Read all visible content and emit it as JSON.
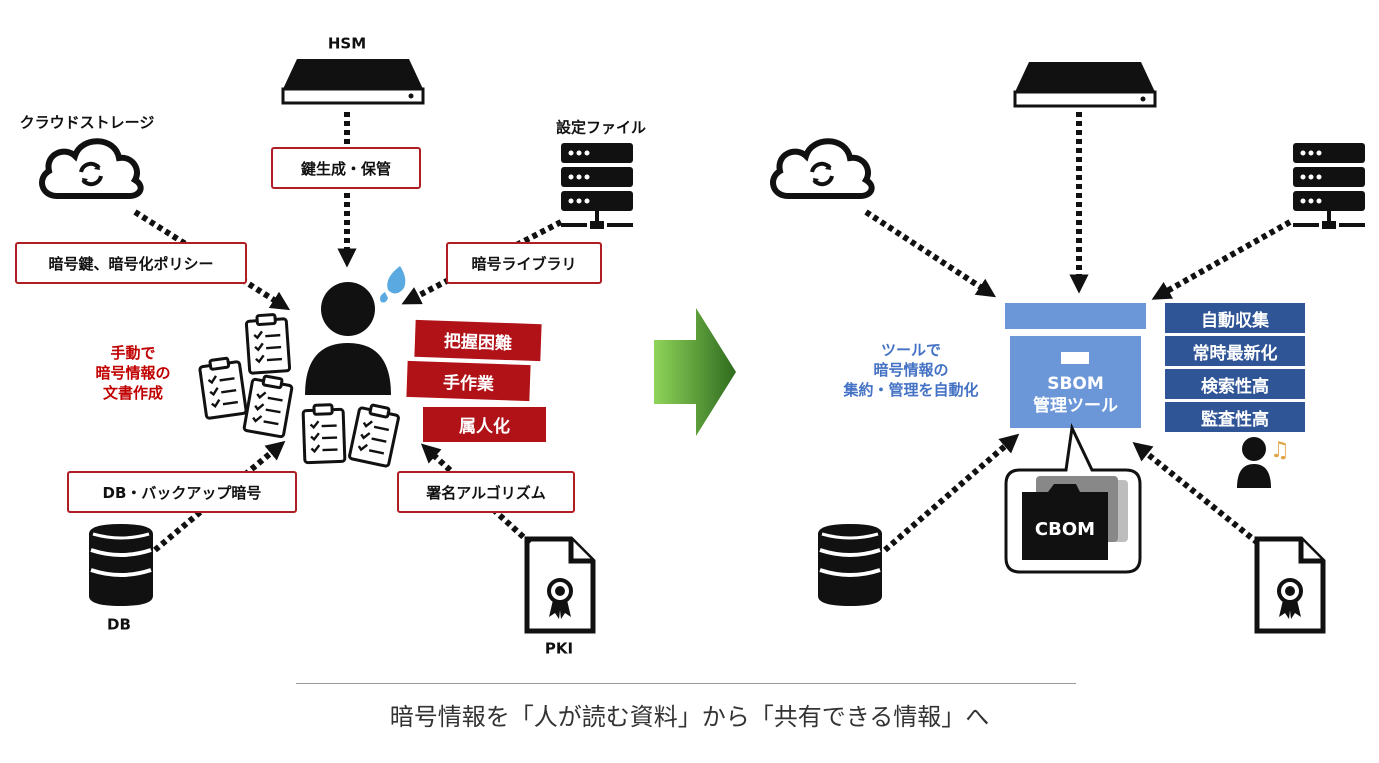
{
  "left": {
    "sources": {
      "hsm": "HSM",
      "cloud": "クラウドストレージ",
      "config": "設定ファイル",
      "db": "DB",
      "pki": "PKI"
    },
    "flow_labels": {
      "keygen": "鍵生成・保管",
      "keys_policy": "暗号鍵、暗号化ポリシー",
      "library": "暗号ライブラリ",
      "db_backup": "DB・バックアップ暗号",
      "signature": "署名アルゴリズム"
    },
    "note_lines": [
      "手動で",
      "暗号情報の",
      "文書作成"
    ],
    "problems": [
      "把握困難",
      "手作業",
      "属人化"
    ]
  },
  "right": {
    "note_lines": [
      "ツールで",
      "暗号情報の",
      "集約・管理を自動化"
    ],
    "sbom_lines": [
      "SBOM",
      "管理ツール"
    ],
    "cbom": "CBOM",
    "benefits": [
      "自動収集",
      "常時最新化",
      "検索性高",
      "監査性高"
    ],
    "note_glyph": "♫"
  },
  "caption": "暗号情報を「人が読む資料」から「共有できる情報」へ",
  "colors": {
    "red_border": "#b01e23",
    "red_tag": "#b01218",
    "red_text": "#c00000",
    "blue_tag": "#2f5597",
    "blue_box": "#6b96d8",
    "blue_text": "#4472c4",
    "arrow_green_light": "#8fd45a",
    "arrow_green_dark": "#2e6b1e"
  },
  "icons": [
    "hsm-server-icon",
    "cloud-sync-icon",
    "server-rack-icon",
    "database-icon",
    "certificate-icon",
    "person-icon",
    "clipboard-icon",
    "sweat-drop-icon",
    "folder-icon",
    "music-note-icon"
  ]
}
